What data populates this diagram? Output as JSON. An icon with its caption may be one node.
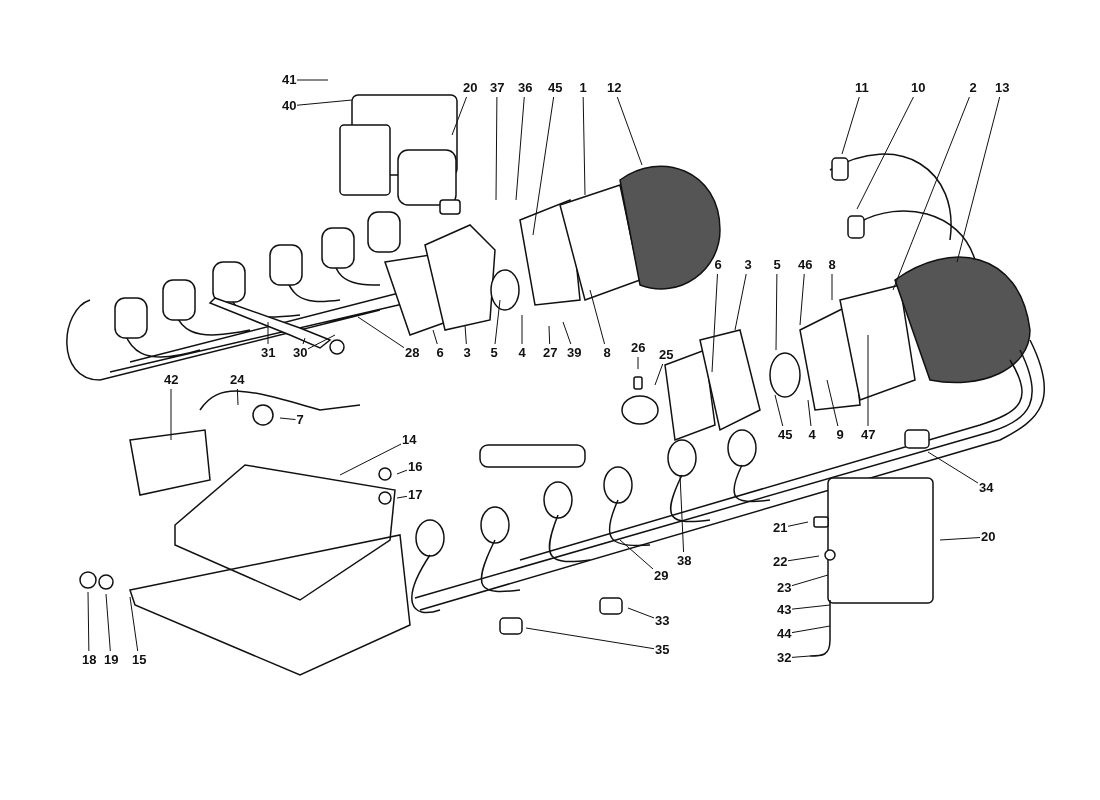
{
  "diagram": {
    "nodes": [
      {
        "text": [
          "41"
        ]
      },
      {
        "text": [
          "40"
        ]
      },
      {
        "text": [
          "20"
        ]
      },
      {
        "text": [
          "37"
        ]
      },
      {
        "text": [
          "36"
        ]
      },
      {
        "text": [
          "45"
        ]
      },
      {
        "text": [
          "1"
        ]
      },
      {
        "text": [
          "12"
        ]
      },
      {
        "text": [
          "11"
        ]
      },
      {
        "text": [
          "10"
        ]
      },
      {
        "text": [
          "2"
        ]
      },
      {
        "text": [
          "13"
        ]
      },
      {
        "text": [
          "31"
        ]
      },
      {
        "text": [
          "30"
        ]
      },
      {
        "text": [
          "28"
        ]
      },
      {
        "text": [
          "6"
        ]
      },
      {
        "text": [
          "3"
        ]
      },
      {
        "text": [
          "5"
        ]
      },
      {
        "text": [
          "4"
        ]
      },
      {
        "text": [
          "27"
        ]
      },
      {
        "text": [
          "39"
        ]
      },
      {
        "text": [
          "8"
        ]
      },
      {
        "text": [
          "6"
        ]
      },
      {
        "text": [
          "3"
        ]
      },
      {
        "text": [
          "5"
        ]
      },
      {
        "text": [
          "46"
        ]
      },
      {
        "text": [
          "8"
        ]
      },
      {
        "text": [
          "26"
        ]
      },
      {
        "text": [
          "25"
        ]
      },
      {
        "text": [
          "45"
        ]
      },
      {
        "text": [
          "4"
        ]
      },
      {
        "text": [
          "9"
        ]
      },
      {
        "text": [
          "47"
        ]
      },
      {
        "text": [
          "42"
        ]
      },
      {
        "text": [
          "24"
        ]
      },
      {
        "text": [
          "7"
        ]
      },
      {
        "text": [
          "14"
        ]
      },
      {
        "text": [
          "16"
        ]
      },
      {
        "text": [
          "17"
        ]
      },
      {
        "text": [
          "34"
        ]
      },
      {
        "text": [
          "21"
        ]
      },
      {
        "text": [
          "20"
        ]
      },
      {
        "text": [
          "22"
        ]
      },
      {
        "text": [
          "23"
        ]
      },
      {
        "text": [
          "38"
        ]
      },
      {
        "text": [
          "29"
        ]
      },
      {
        "text": [
          "33"
        ]
      },
      {
        "text": [
          "43"
        ]
      },
      {
        "text": [
          "44"
        ]
      },
      {
        "text": [
          "35"
        ]
      },
      {
        "text": [
          "32"
        ]
      },
      {
        "text": [
          "18"
        ]
      },
      {
        "text": [
          "19"
        ]
      },
      {
        "text": [
          "15"
        ]
      }
    ],
    "edges": [
      {
        "from": 0,
        "to": null,
        "arrow": "none"
      },
      {
        "from": 1,
        "to": null,
        "arrow": "none"
      },
      {
        "from": 2,
        "to": null,
        "arrow": "none"
      },
      {
        "from": 3,
        "to": null,
        "arrow": "none"
      },
      {
        "from": 4,
        "to": null,
        "arrow": "none"
      },
      {
        "from": 5,
        "to": null,
        "arrow": "none"
      },
      {
        "from": 6,
        "to": null,
        "arrow": "none"
      },
      {
        "from": 7,
        "to": null,
        "arrow": "none"
      },
      {
        "from": 8,
        "to": null,
        "arrow": "none"
      },
      {
        "from": 9,
        "to": null,
        "arrow": "none"
      },
      {
        "from": 10,
        "to": null,
        "arrow": "none"
      },
      {
        "from": 11,
        "to": null,
        "arrow": "none"
      },
      {
        "from": 12,
        "to": null,
        "arrow": "none"
      },
      {
        "from": 13,
        "to": null,
        "arrow": "none"
      },
      {
        "from": 13,
        "to": null,
        "arrow": "none"
      },
      {
        "from": 14,
        "to": null,
        "arrow": "none"
      },
      {
        "from": 15,
        "to": null,
        "arrow": "none"
      },
      {
        "from": 16,
        "to": null,
        "arrow": "none"
      },
      {
        "from": 17,
        "to": null,
        "arrow": "none"
      },
      {
        "from": 18,
        "to": null,
        "arrow": "none"
      },
      {
        "from": 19,
        "to": null,
        "arrow": "none"
      },
      {
        "from": 20,
        "to": null,
        "arrow": "none"
      },
      {
        "from": 21,
        "to": null,
        "arrow": "none"
      },
      {
        "from": 22,
        "to": null,
        "arrow": "none"
      },
      {
        "from": 23,
        "to": null,
        "arrow": "none"
      },
      {
        "from": 24,
        "to": null,
        "arrow": "none"
      },
      {
        "from": 25,
        "to": null,
        "arrow": "none"
      },
      {
        "from": 26,
        "to": null,
        "arrow": "none"
      },
      {
        "from": 27,
        "to": null,
        "arrow": "none"
      },
      {
        "from": 28,
        "to": null,
        "arrow": "none"
      },
      {
        "from": 29,
        "to": null,
        "arrow": "none"
      },
      {
        "from": 30,
        "to": null,
        "arrow": "none"
      },
      {
        "from": 31,
        "to": null,
        "arrow": "none"
      },
      {
        "from": 32,
        "to": null,
        "arrow": "none"
      },
      {
        "from": 33,
        "to": null,
        "arrow": "none"
      },
      {
        "from": 34,
        "to": null,
        "arrow": "none"
      },
      {
        "from": 35,
        "to": null,
        "arrow": "none"
      },
      {
        "from": 36,
        "to": null,
        "arrow": "none"
      },
      {
        "from": 37,
        "to": null,
        "arrow": "none"
      },
      {
        "from": 38,
        "to": null,
        "arrow": "none"
      },
      {
        "from": 39,
        "to": null,
        "arrow": "none"
      },
      {
        "from": 40,
        "to": null,
        "arrow": "none"
      },
      {
        "from": 41,
        "to": null,
        "arrow": "none"
      },
      {
        "from": 42,
        "to": null,
        "arrow": "none"
      },
      {
        "from": 43,
        "to": null,
        "arrow": "none"
      },
      {
        "from": 44,
        "to": null,
        "arrow": "none"
      },
      {
        "from": 45,
        "to": null,
        "arrow": "none"
      },
      {
        "from": 46,
        "to": null,
        "arrow": "none"
      },
      {
        "from": 47,
        "to": null,
        "arrow": "none"
      },
      {
        "from": 48,
        "to": null,
        "arrow": "none"
      },
      {
        "from": 49,
        "to": null,
        "arrow": "none"
      },
      {
        "from": 50,
        "to": null,
        "arrow": "none"
      },
      {
        "from": 51,
        "to": null,
        "arrow": "none"
      },
      {
        "from": 52,
        "to": null,
        "arrow": "none"
      },
      {
        "from": 53,
        "to": null,
        "arrow": "none"
      }
    ]
  }
}
